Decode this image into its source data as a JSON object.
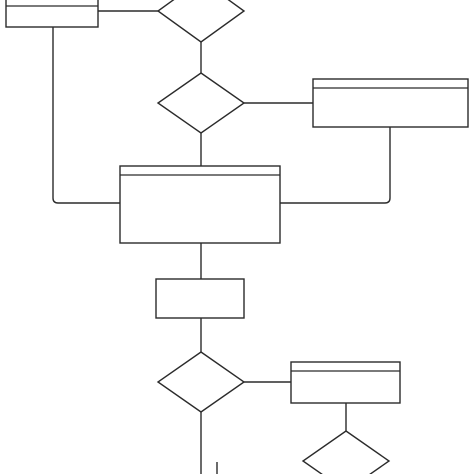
{
  "diagram": {
    "type": "flowchart",
    "colors": {
      "stroke": "#2b2b2b",
      "fill": "#ffffff",
      "background": "#ffffff"
    },
    "nodes": [
      {
        "id": "process-top-left",
        "shape": "titled-rectangle",
        "label": ""
      },
      {
        "id": "decision-top",
        "shape": "diamond",
        "label": ""
      },
      {
        "id": "decision-2",
        "shape": "diamond",
        "label": ""
      },
      {
        "id": "process-right-1",
        "shape": "titled-rectangle",
        "label": ""
      },
      {
        "id": "process-center",
        "shape": "titled-rectangle",
        "label": ""
      },
      {
        "id": "process-small",
        "shape": "rectangle",
        "label": ""
      },
      {
        "id": "decision-3",
        "shape": "diamond",
        "label": ""
      },
      {
        "id": "process-right-2",
        "shape": "titled-rectangle",
        "label": ""
      },
      {
        "id": "decision-bottom-right",
        "shape": "diamond",
        "label": ""
      }
    ],
    "edges": [
      {
        "from": "process-top-left",
        "to": "decision-top"
      },
      {
        "from": "decision-top",
        "to": "decision-2"
      },
      {
        "from": "decision-2",
        "to": "process-right-1"
      },
      {
        "from": "decision-2",
        "to": "process-center"
      },
      {
        "from": "process-top-left",
        "to": "process-center"
      },
      {
        "from": "process-right-1",
        "to": "process-center"
      },
      {
        "from": "process-center",
        "to": "process-small"
      },
      {
        "from": "process-small",
        "to": "decision-3"
      },
      {
        "from": "decision-3",
        "to": "process-right-2"
      },
      {
        "from": "process-right-2",
        "to": "decision-bottom-right"
      },
      {
        "from": "decision-3",
        "to": "continuation-below"
      }
    ]
  }
}
